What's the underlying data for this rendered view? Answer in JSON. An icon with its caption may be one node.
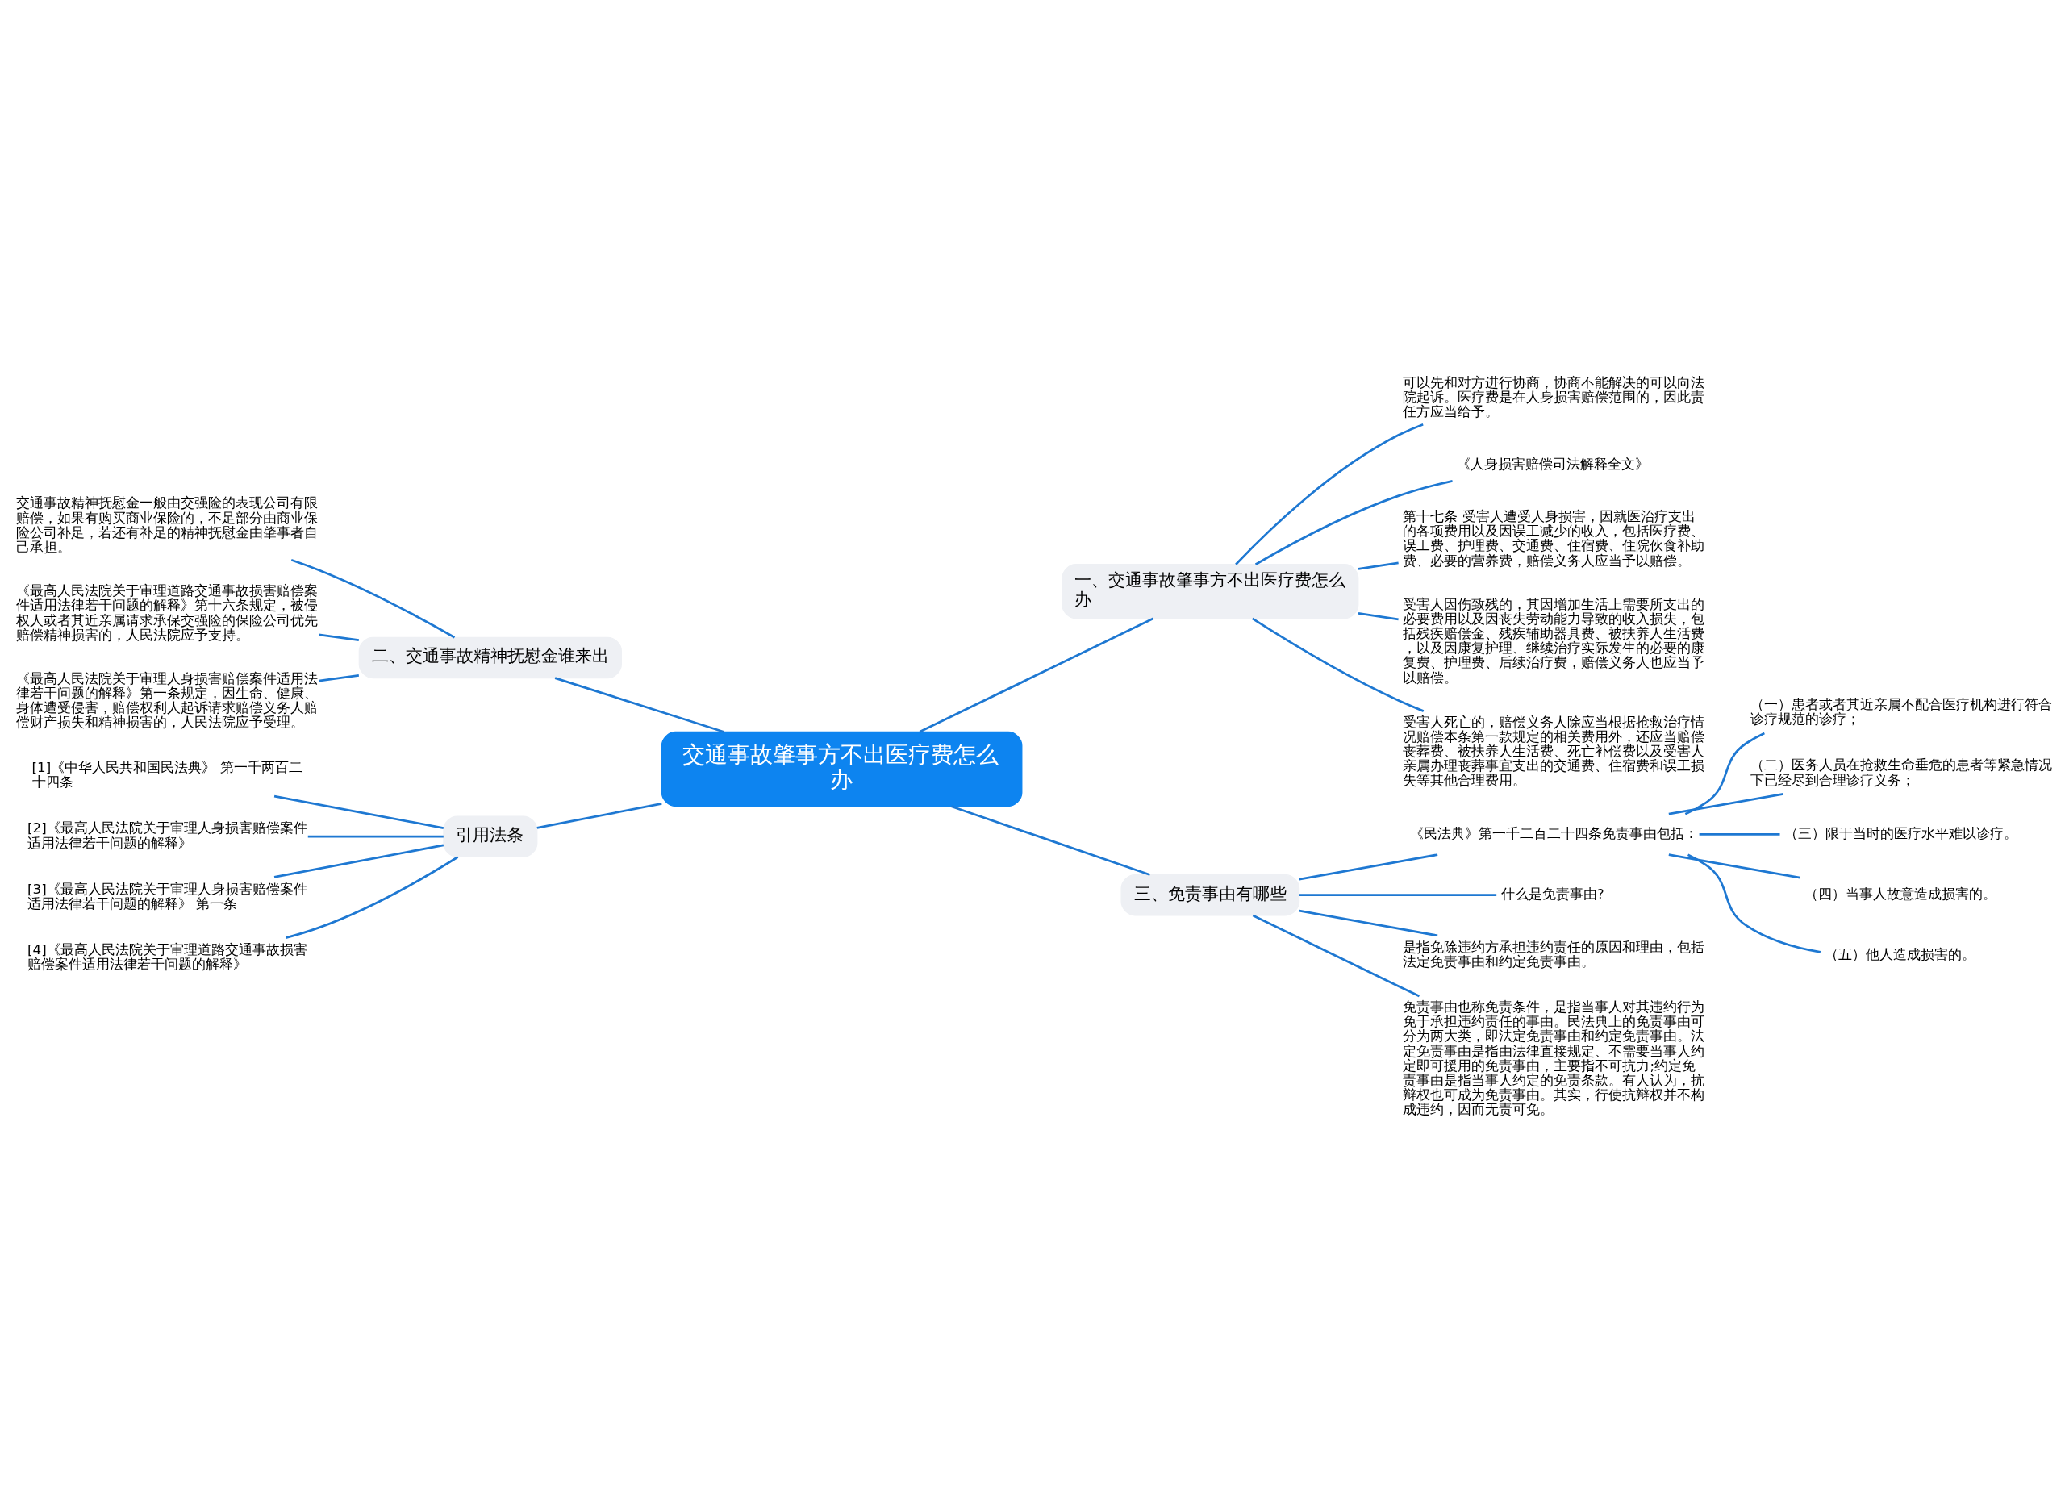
{
  "diagram": {
    "nodes": [
      {
        "text": [
          "交通事故肇事方不出医疗费怎么办"
        ]
      },
      {
        "text": [
          "一、交通事故肇事方不出医疗费怎么办"
        ]
      },
      {
        "text": [
          "可以先和对方进行协商，协商不能解决的可以向法院起诉。医疗费是在人身损害赔偿范围的，因此责任方应当给予。"
        ]
      },
      {
        "text": [
          "《人身损害赔偿司法解释全文》"
        ]
      },
      {
        "text": [
          "第十七条 受害人遭受人身损害，因就医治疗支出的各项费用以及因误工减少的收入，包括医疗费、误工费、护理费、交通费、住宿费、住院伙食补助费、必要的营养费，赔偿义务人应当予以赔偿。"
        ]
      },
      {
        "text": [
          "受害人因伤致残的，其因增加生活上需要所支出的必要费用以及因丧失劳动能力导致的收入损失，包括残疾赔偿金、残疾辅助器具费、被扶养人生活费，以及因康复护理、继续治疗实际发生的必要的康复费、护理费、后续治疗费，赔偿义务人也应当予以赔偿。"
        ]
      },
      {
        "text": [
          "受害人死亡的，赔偿义务人除应当根据抢救治疗情况赔偿本条第一款规定的相关费用外，还应当赔偿丧葬费、被扶养人生活费、死亡补偿费以及受害人亲属办理丧葬事宜支出的交通费、住宿费和误工损失等其他合理费用。"
        ]
      },
      {
        "text": [
          "三、免责事由有哪些"
        ]
      },
      {
        "text": [
          "《民法典》第一千二百二十四条免责事由包括："
        ]
      },
      {
        "text": [
          "（一）患者或者其近亲属不配合医疗机构进行符合诊疗规范的诊疗；"
        ]
      },
      {
        "text": [
          "（二）医务人员在抢救生命垂危的患者等紧急情况下已经尽到合理诊疗义务；"
        ]
      },
      {
        "text": [
          "（三）限于当时的医疗水平难以诊疗。"
        ]
      },
      {
        "text": [
          "（四）当事人故意造成损害的。"
        ]
      },
      {
        "text": [
          "（五）他人造成损害的。"
        ]
      },
      {
        "text": [
          "什么是免责事由?"
        ]
      },
      {
        "text": [
          "是指免除违约方承担违约责任的原因和理由，包括法定免责事由和约定免责事由。"
        ]
      },
      {
        "text": [
          "免责事由也称免责条件，是指当事人对其违约行为免于承担违约责任的事由。民法典上的免责事由可分为两大类，即法定免责事由和约定免责事由。法定免责事由是指由法律直接规定、不需要当事人约定即可援用的免责事由，主要指不可抗力;约定免责事由是指当事人约定的免责条款。有人认为，抗辩权也可成为免责事由。其实，行使抗辩权并不构成违约，因而无责可免。"
        ]
      },
      {
        "text": [
          "二、交通事故精神抚慰金谁来出"
        ]
      },
      {
        "text": [
          "交通事故精神抚慰金一般由交强险的表现公司有限赔偿，如果有购买商业保险的，不足部分由商业保险公司补足，若还有补足的精神抚慰金由肇事者自己承担。"
        ]
      },
      {
        "text": [
          "《最高人民法院关于审理道路交通事故损害赔偿案件适用法律若干问题的解释》第十六条规定，被侵权人或者其近亲属请求承保交强险的保险公司优先赔偿精神损害的，人民法院应予支持。"
        ]
      },
      {
        "text": [
          "《最高人民法院关于审理人身损害赔偿案件适用法律若干问题的解释》第一条规定，因生命、健康、身体遭受侵害，赔偿权利人起诉请求赔偿义务人赔偿财产损失和精神损害的，人民法院应予受理。"
        ]
      },
      {
        "text": [
          "引用法条"
        ]
      },
      {
        "text": [
          "[1]《中华人民共和国民法典》 第一千两百二十四条"
        ]
      },
      {
        "text": [
          "[2]《最高人民法院关于审理人身损害赔偿案件适用法律若干问题的解释》"
        ]
      },
      {
        "text": [
          "[3]《最高人民法院关于审理人身损害赔偿案件适用法律若干问题的解释》 第一条"
        ]
      },
      {
        "text": [
          "[4]《最高人民法院关于审理道路交通事故损害赔偿案件适用法律若干问题的解释》"
        ]
      }
    ],
    "edges": [
      {
        "from": 0,
        "to": 1,
        "arrow": "none"
      },
      {
        "from": 1,
        "to": 2,
        "arrow": "none"
      },
      {
        "from": 1,
        "to": 3,
        "arrow": "none"
      },
      {
        "from": 1,
        "to": 4,
        "arrow": "none"
      },
      {
        "from": 1,
        "to": 5,
        "arrow": "none"
      },
      {
        "from": 1,
        "to": 6,
        "arrow": "none"
      },
      {
        "from": 0,
        "to": 7,
        "arrow": "none"
      },
      {
        "from": 7,
        "to": 8,
        "arrow": "none"
      },
      {
        "from": 8,
        "to": 9,
        "arrow": "none"
      },
      {
        "from": 8,
        "to": 10,
        "arrow": "none"
      },
      {
        "from": 8,
        "to": 11,
        "arrow": "none"
      },
      {
        "from": 8,
        "to": 12,
        "arrow": "none"
      },
      {
        "from": 8,
        "to": 13,
        "arrow": "none"
      },
      {
        "from": 7,
        "to": 14,
        "arrow": "none"
      },
      {
        "from": 7,
        "to": 15,
        "arrow": "none"
      },
      {
        "from": 7,
        "to": 16,
        "arrow": "none"
      },
      {
        "from": 0,
        "to": 17,
        "arrow": "none"
      },
      {
        "from": 17,
        "to": 18,
        "arrow": "none"
      },
      {
        "from": 17,
        "to": 19,
        "arrow": "none"
      },
      {
        "from": 17,
        "to": 20,
        "arrow": "none"
      },
      {
        "from": 0,
        "to": 21,
        "arrow": "none"
      },
      {
        "from": 21,
        "to": 22,
        "arrow": "none"
      },
      {
        "from": 21,
        "to": 23,
        "arrow": "none"
      },
      {
        "from": 21,
        "to": 24,
        "arrow": "none"
      },
      {
        "from": 21,
        "to": 25,
        "arrow": "none"
      }
    ]
  }
}
